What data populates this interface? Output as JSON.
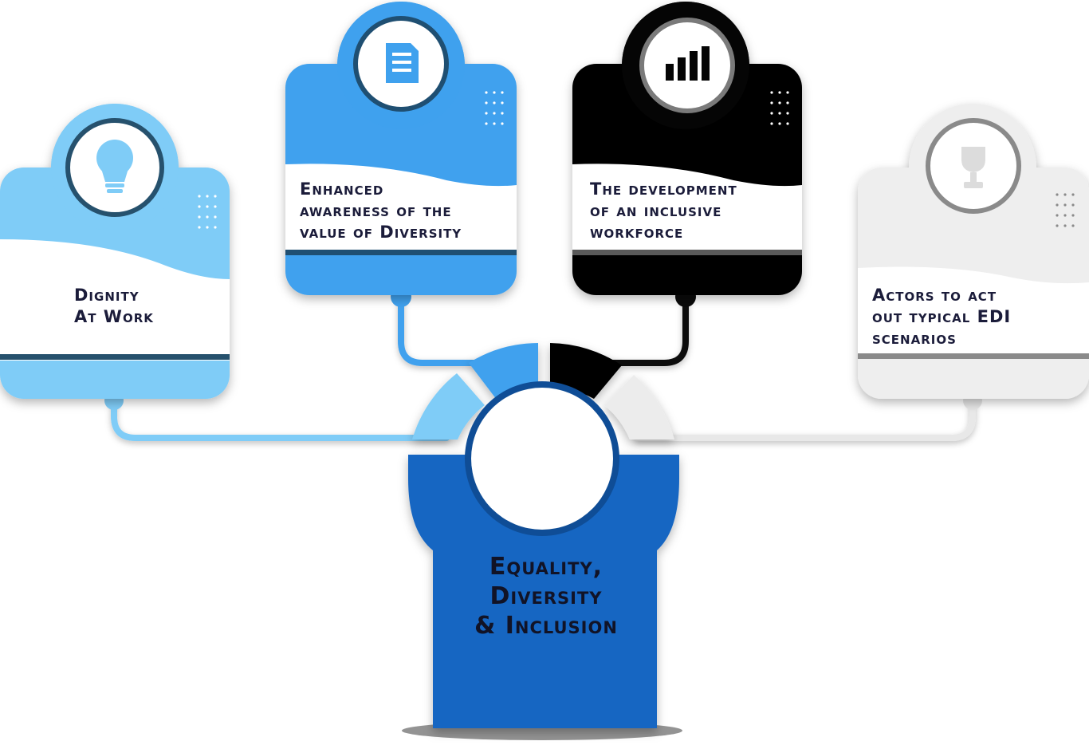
{
  "cards": [
    {
      "id": "dignity",
      "icon": "lightbulb-icon",
      "lines": [
        "Dignity",
        "At Work"
      ],
      "color": "#7fccf7"
    },
    {
      "id": "awareness",
      "icon": "document-icon",
      "lines": [
        "Enhanced",
        "awareness of the",
        "value of Diversity"
      ],
      "color": "#3fa1ee"
    },
    {
      "id": "workforce",
      "icon": "bar-chart-icon",
      "lines": [
        "The development",
        "of an inclusive",
        "workforce"
      ],
      "color": "#000000"
    },
    {
      "id": "actors",
      "icon": "trophy-icon",
      "lines": [
        "Actors to act",
        "out typical EDI",
        "scenarios"
      ],
      "color": "#eeeeee"
    }
  ],
  "center": {
    "lines": [
      "Equality,",
      "Diversity",
      "& Inclusion"
    ],
    "color": "#1866c2"
  }
}
